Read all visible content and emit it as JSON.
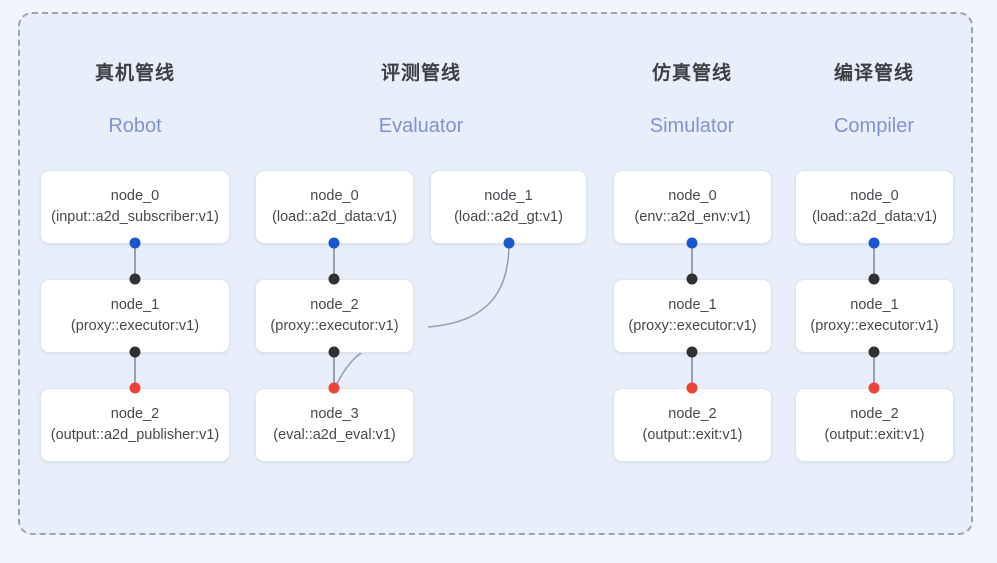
{
  "diagram": {
    "frame_label": "pipeline-group",
    "background_color": "#e9eefb",
    "border_color": "#9aa3b2",
    "port_colors": {
      "input": "#1a56d0",
      "internal": "#303134",
      "output": "#ea4335"
    },
    "columns": [
      {
        "title_cn": "真机管线",
        "title_en": "Robot",
        "nodes": [
          {
            "id": "node_0",
            "type": "(input::a2d_subscriber:v1)"
          },
          {
            "id": "node_1",
            "type": "(proxy::executor:v1)"
          },
          {
            "id": "node_2",
            "type": "(output::a2d_publisher:v1)"
          }
        ]
      },
      {
        "title_cn": "评测管线",
        "title_en": "Evaluator",
        "nodes": [
          {
            "id": "node_0",
            "type": "(load::a2d_data:v1)"
          },
          {
            "id": "node_1",
            "type": "(load::a2d_gt:v1)"
          },
          {
            "id": "node_2",
            "type": "(proxy::executor:v1)"
          },
          {
            "id": "node_3",
            "type": "(eval::a2d_eval:v1)"
          }
        ]
      },
      {
        "title_cn": "仿真管线",
        "title_en": "Simulator",
        "nodes": [
          {
            "id": "node_0",
            "type": "(env::a2d_env:v1)"
          },
          {
            "id": "node_1",
            "type": "(proxy::executor:v1)"
          },
          {
            "id": "node_2",
            "type": "(output::exit:v1)"
          }
        ]
      },
      {
        "title_cn": "编译管线",
        "title_en": "Compiler",
        "nodes": [
          {
            "id": "node_0",
            "type": "(load::a2d_data:v1)"
          },
          {
            "id": "node_1",
            "type": "(proxy::executor:v1)"
          },
          {
            "id": "node_2",
            "type": "(output::exit:v1)"
          }
        ]
      }
    ]
  }
}
